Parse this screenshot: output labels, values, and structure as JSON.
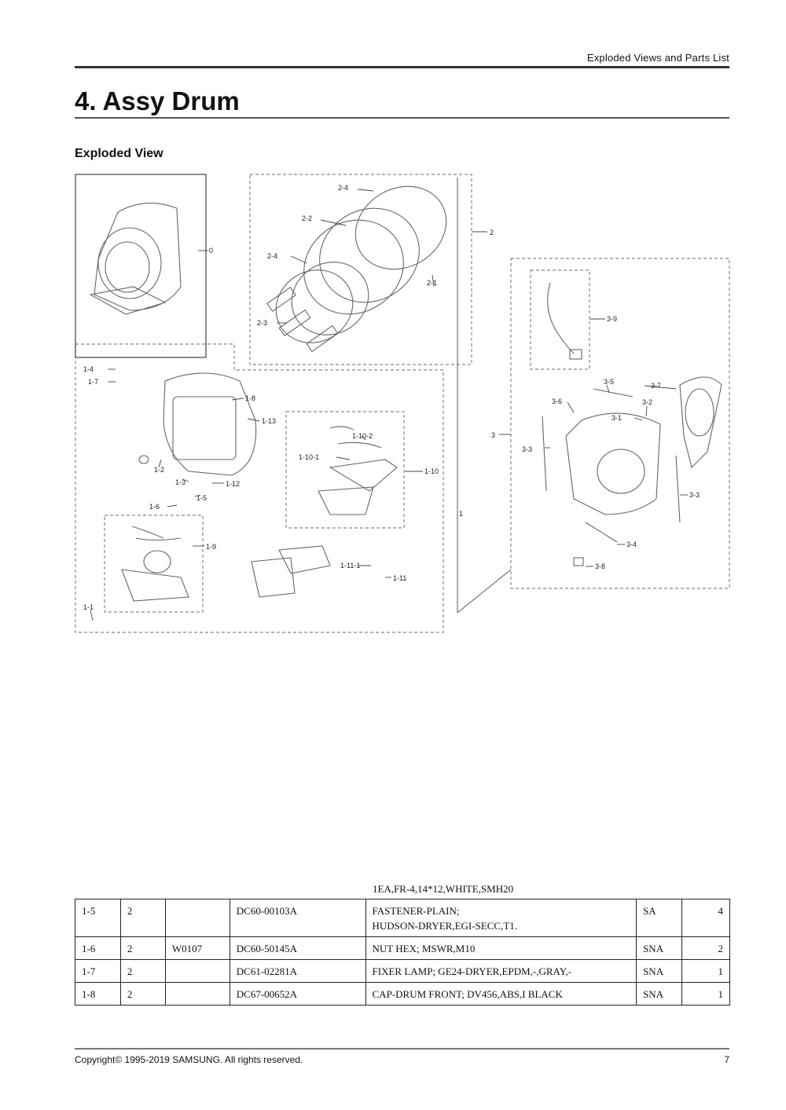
{
  "header": {
    "section": "Exploded Views and Parts List"
  },
  "page": {
    "title": "4.  Assy Drum",
    "subtitle": "Exploded View"
  },
  "diagram_labels": {
    "l0": "0",
    "l1": "1",
    "l2": "2",
    "l3": "3",
    "l2_1": "2-1",
    "l2_2": "2-2",
    "l2_3": "2-3",
    "l2_4a": "2-4",
    "l2_4b": "2-4",
    "l1_1": "1-1",
    "l1_2": "1-2",
    "l1_3": "1-3",
    "l1_4": "1-4",
    "l1_5": "1-5",
    "l1_6": "1-6",
    "l1_7": "1-7",
    "l1_8": "1-8",
    "l1_9": "1-9",
    "l1_10": "1-10",
    "l1_10_1": "1-10-1",
    "l1_10_2": "1-10-2",
    "l1_11": "1-11",
    "l1_11_1": "1-11-1",
    "l1_12": "1-12",
    "l1_13": "1-13",
    "l3_1": "3-1",
    "l3_2": "3-2",
    "l3_3a": "3-3",
    "l3_3b": "3-3",
    "l3_4": "3-4",
    "l3_5": "3-5",
    "l3_6": "3-6",
    "l3_7": "3-7",
    "l3_8": "3-8",
    "l3_9": "3-9"
  },
  "carry_over": "1EA,FR-4,14*12,WHITE,SMH20",
  "parts_rows": [
    {
      "loc": "1-5",
      "level": "2",
      "code": "",
      "part_no": "DC60-00103A",
      "desc1": "FASTENER-PLAIN;",
      "desc2": "HUDSON-DRYER,EGI-SECC,T1.",
      "status": "SA",
      "qty": "4"
    },
    {
      "loc": "1-6",
      "level": "2",
      "code": "W0107",
      "part_no": "DC60-50145A",
      "desc1": "NUT HEX; MSWR,M10",
      "desc2": "",
      "status": "SNA",
      "qty": "2"
    },
    {
      "loc": "1-7",
      "level": "2",
      "code": "",
      "part_no": "DC61-02281A",
      "desc1": "FIXER LAMP; GE24-DRYER,EPDM,-,GRAY,-",
      "desc2": "",
      "status": "SNA",
      "qty": "1"
    },
    {
      "loc": "1-8",
      "level": "2",
      "code": "",
      "part_no": "DC67-00652A",
      "desc1": "CAP-DRUM FRONT; DV456,ABS,I BLACK",
      "desc2": "",
      "status": "SNA",
      "qty": "1"
    }
  ],
  "footer": {
    "copyright": "Copyright© 1995-2019 SAMSUNG. All rights reserved.",
    "page_number": "7"
  }
}
